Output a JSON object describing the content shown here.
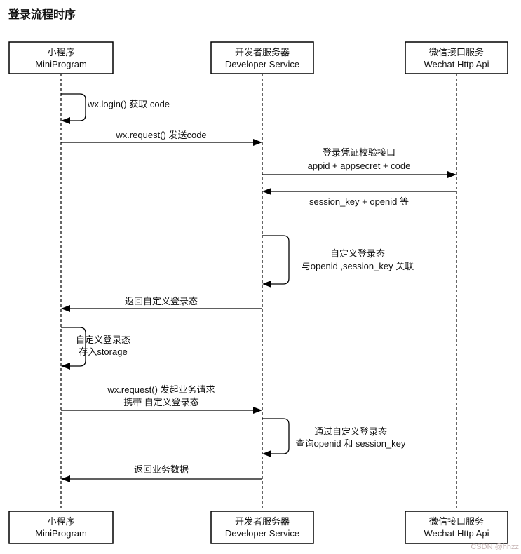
{
  "title": "登录流程时序",
  "watermark": "CSDN @hhzz",
  "actors": [
    {
      "id": "miniprogram",
      "name_cn": "小程序",
      "name_en": "MiniProgram"
    },
    {
      "id": "developer-service",
      "name_cn": "开发者服务器",
      "name_en": "Developer Service"
    },
    {
      "id": "wechat-http-api",
      "name_cn": "微信接口服务",
      "name_en": "Wechat Http Api"
    }
  ],
  "messages": [
    {
      "type": "self",
      "from": "miniprogram",
      "to": "miniprogram",
      "lines": [
        "wx.login() 获取 code"
      ]
    },
    {
      "type": "arrow",
      "from": "miniprogram",
      "to": "developer-service",
      "lines": [
        "wx.request() 发送code"
      ]
    },
    {
      "type": "arrow",
      "from": "developer-service",
      "to": "wechat-http-api",
      "lines": [
        "登录凭证校验接口",
        "appid + appsecret + code"
      ]
    },
    {
      "type": "arrow",
      "from": "wechat-http-api",
      "to": "developer-service",
      "lines": [
        "session_key + openid 等"
      ]
    },
    {
      "type": "self",
      "from": "developer-service",
      "to": "developer-service",
      "lines": [
        "自定义登录态",
        "与openid ,session_key 关联"
      ]
    },
    {
      "type": "arrow",
      "from": "developer-service",
      "to": "miniprogram",
      "lines": [
        "返回自定义登录态"
      ]
    },
    {
      "type": "self",
      "from": "miniprogram",
      "to": "miniprogram",
      "lines": [
        "自定义登录态",
        "存入storage"
      ]
    },
    {
      "type": "arrow",
      "from": "miniprogram",
      "to": "developer-service",
      "lines": [
        "wx.request() 发起业务请求",
        "携带 自定义登录态"
      ]
    },
    {
      "type": "self",
      "from": "developer-service",
      "to": "developer-service",
      "lines": [
        "通过自定义登录态",
        "查询openid 和 session_key"
      ]
    },
    {
      "type": "arrow",
      "from": "developer-service",
      "to": "miniprogram",
      "lines": [
        "返回业务数据"
      ]
    }
  ],
  "colors": {
    "line": "#000000",
    "text": "#111111",
    "background": "#ffffff",
    "watermark": "#c8b7b7"
  }
}
